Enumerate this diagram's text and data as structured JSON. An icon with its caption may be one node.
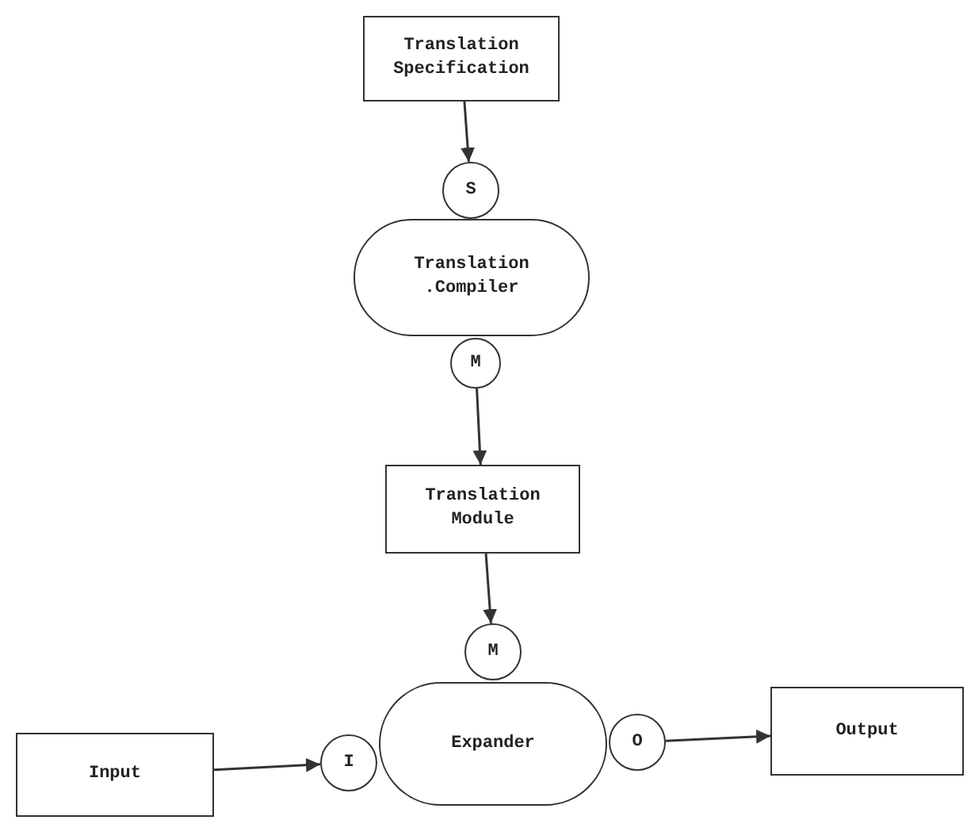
{
  "diagram": {
    "nodes": [
      {
        "text": [
          "Translation Specification"
        ]
      },
      {
        "text": [
          "S"
        ]
      },
      {
        "text": [
          "Translation .Compiler"
        ]
      },
      {
        "text": [
          "M"
        ]
      },
      {
        "text": [
          "Translation Module"
        ]
      },
      {
        "text": [
          "M"
        ]
      },
      {
        "text": [
          "Expander"
        ]
      },
      {
        "text": [
          "Input"
        ]
      },
      {
        "text": [
          "I"
        ]
      },
      {
        "text": [
          "O"
        ]
      },
      {
        "text": [
          "Output"
        ]
      }
    ],
    "edges": [
      {
        "from": 0,
        "to": 1,
        "arrow": "to"
      },
      {
        "from": 3,
        "to": 4,
        "arrow": "to"
      },
      {
        "from": 4,
        "to": 5,
        "arrow": "to"
      },
      {
        "from": 7,
        "to": 8,
        "arrow": "to"
      },
      {
        "from": 9,
        "to": 10,
        "arrow": "to"
      }
    ]
  }
}
